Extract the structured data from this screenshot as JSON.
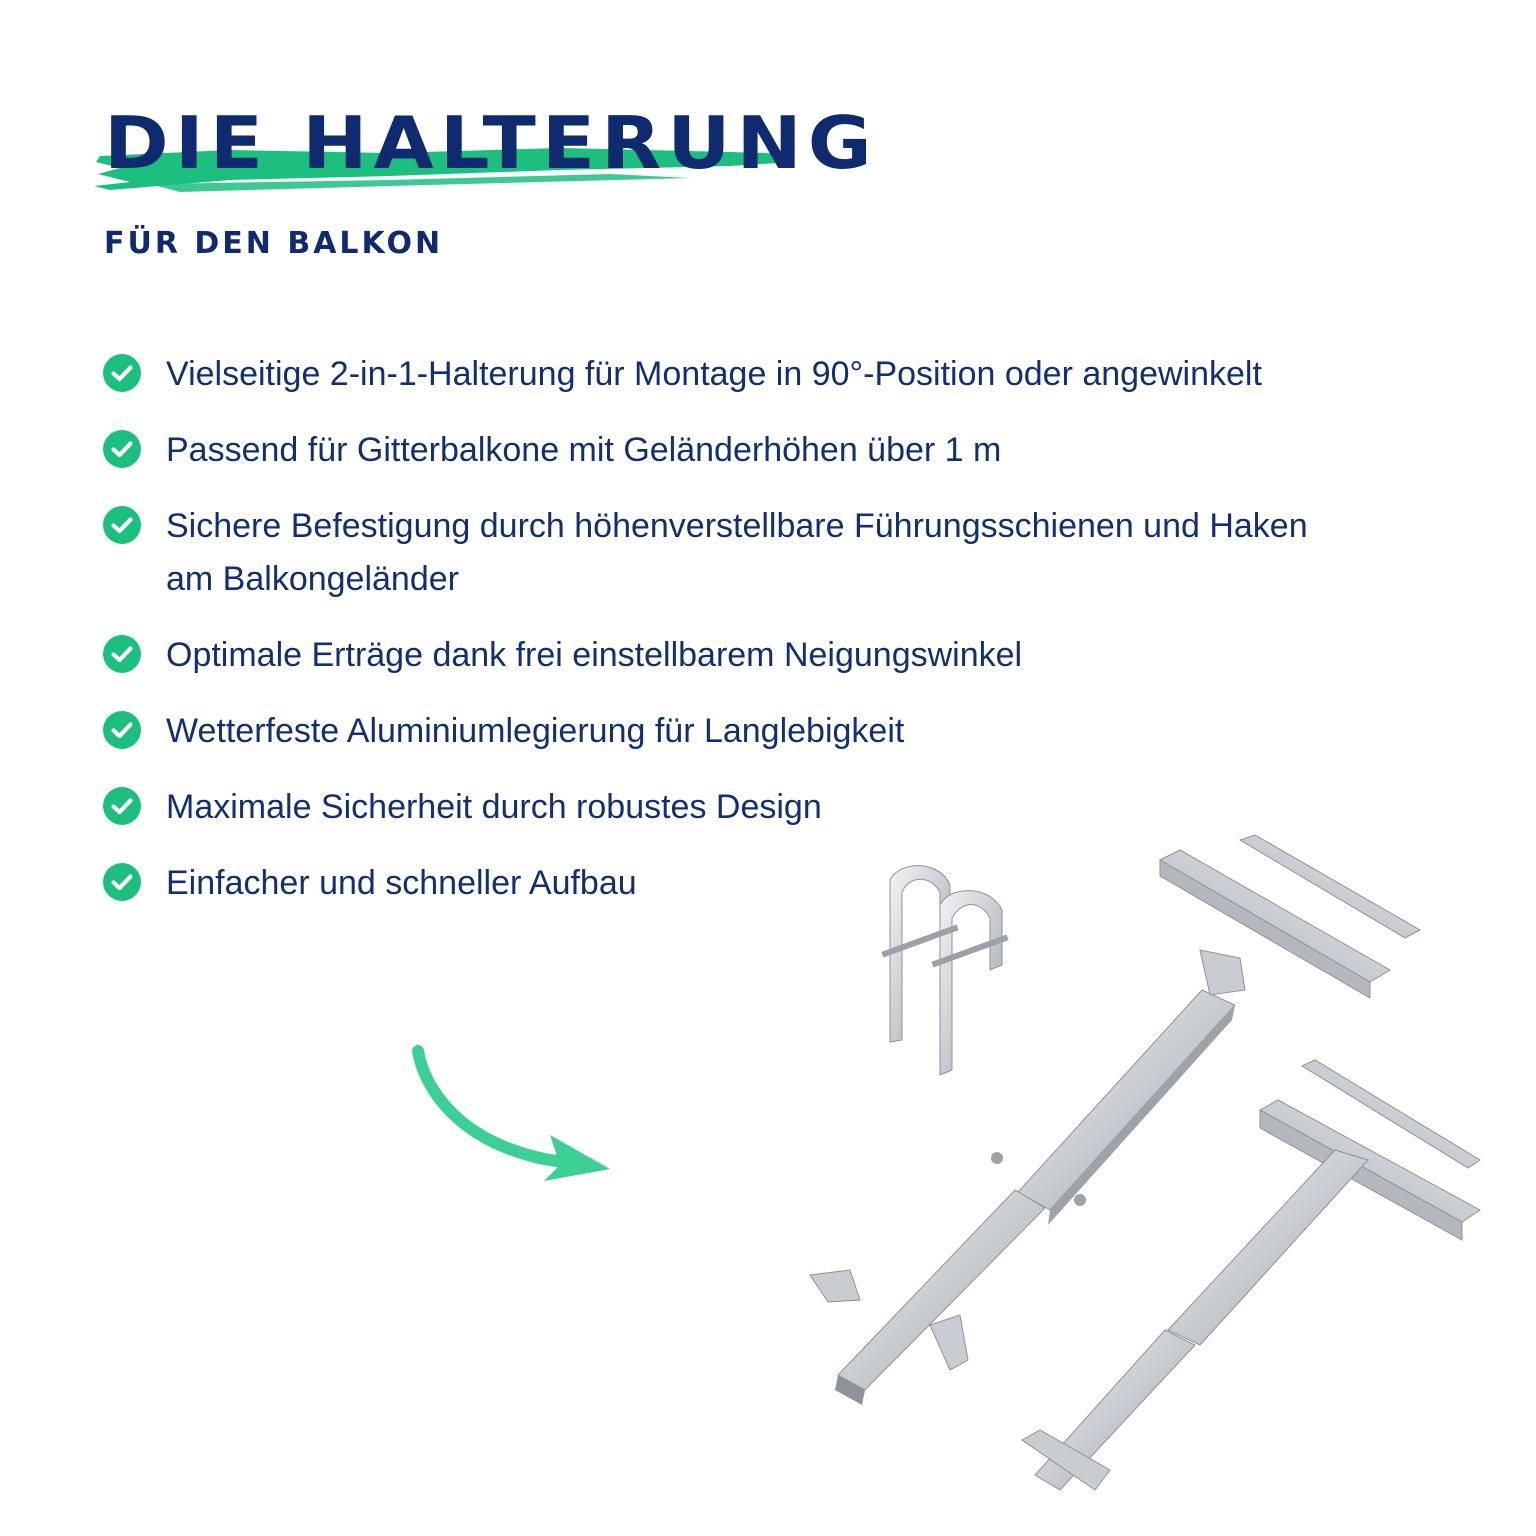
{
  "header": {
    "title": "DIE HALTERUNG",
    "subtitle": "FÜR DEN BALKON"
  },
  "colors": {
    "navy": "#0f2a6e",
    "green": "#1dbf7f"
  },
  "features": [
    {
      "icon": "check-circle-icon",
      "text": "Vielseitige 2-in-1-Halterung für Montage in 90°-Position oder angewinkelt"
    },
    {
      "icon": "check-circle-icon",
      "text": "Passend für Gitterbalkone mit Geländerhöhen über 1 m"
    },
    {
      "icon": "check-circle-icon",
      "text": "Sichere Befestigung durch höhenverstellbare Führungsschienen und Haken am Balkongeländer"
    },
    {
      "icon": "check-circle-icon",
      "text": "Optimale Erträge dank frei einstellbarem Neigungswinkel"
    },
    {
      "icon": "check-circle-icon",
      "text": "Wetterfeste Aluminiumlegierung für Langlebigkeit"
    },
    {
      "icon": "check-circle-icon",
      "text": "Maximale Sicherheit durch robustes Design"
    },
    {
      "icon": "check-circle-icon",
      "text": "Einfacher und schneller Aufbau"
    }
  ],
  "decor": {
    "arrow_icon": "curved-arrow-icon",
    "product_image": "balcony-mount-bracket-image"
  }
}
